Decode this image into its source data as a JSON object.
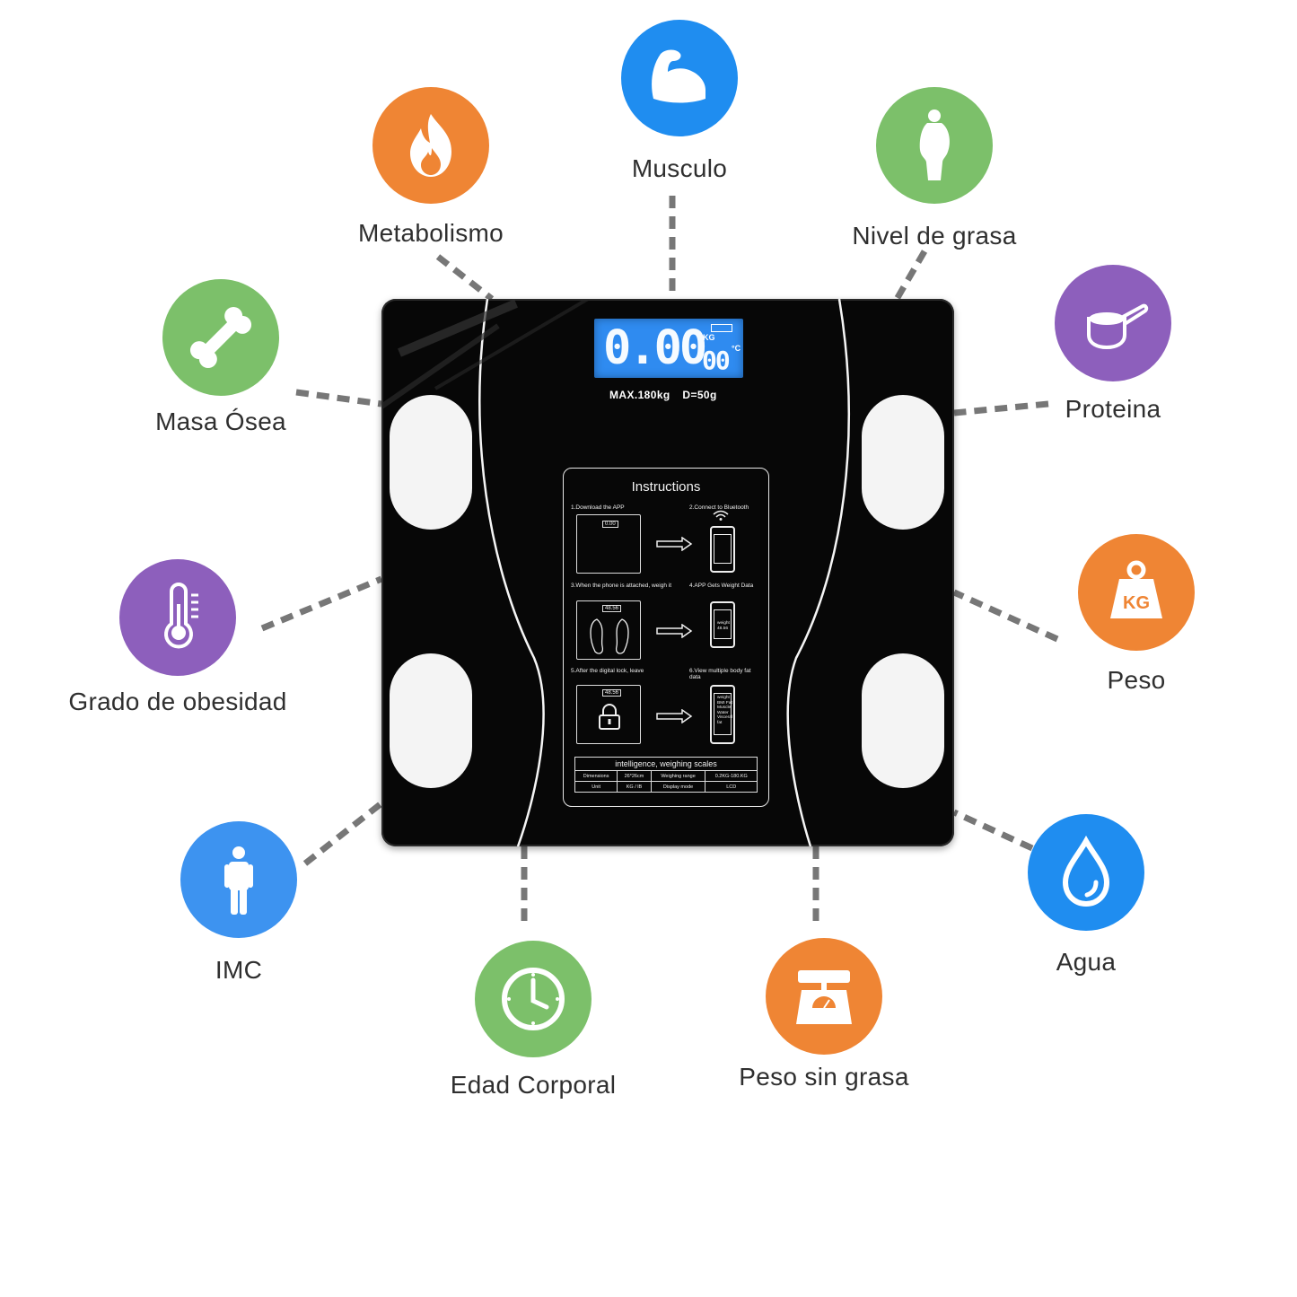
{
  "features": [
    {
      "id": "metabolismo",
      "label": "Metabolismo",
      "icon": "flame-icon",
      "color": "#ef8534"
    },
    {
      "id": "musculo",
      "label": "Musculo",
      "icon": "bicep-icon",
      "color": "#1f8df0"
    },
    {
      "id": "nivel-de-grasa",
      "label": "Nivel de grasa",
      "icon": "body-silhouette-icon",
      "color": "#7cc06a"
    },
    {
      "id": "masa-osea",
      "label": "Masa Ósea",
      "icon": "bone-icon",
      "color": "#7cc06a"
    },
    {
      "id": "proteina",
      "label": "Proteina",
      "icon": "measuring-scoop-icon",
      "color": "#8d5fbc"
    },
    {
      "id": "grado-de-obesidad",
      "label": "Grado de obesidad",
      "icon": "thermometer-icon",
      "color": "#8d5fbc"
    },
    {
      "id": "peso",
      "label": "Peso",
      "icon": "kg-weight-icon",
      "color": "#ef8534"
    },
    {
      "id": "imc",
      "label": "IMC",
      "icon": "person-icon",
      "color": "#3d93f0"
    },
    {
      "id": "agua",
      "label": "Agua",
      "icon": "water-drop-icon",
      "color": "#1f8df0"
    },
    {
      "id": "edad-corporal",
      "label": "Edad Corporal",
      "icon": "clock-icon",
      "color": "#7cc06a"
    },
    {
      "id": "peso-sin-grasa",
      "label": "Peso sin grasa",
      "icon": "kitchen-scale-icon",
      "color": "#ef8534"
    }
  ],
  "scale": {
    "display_main": "0.00",
    "display_small": "00",
    "unit": "KG",
    "temp_unit": "°C",
    "max": "MAX.180kg",
    "division": "D=50g",
    "instructions": {
      "title": "Instructions",
      "step1": "1.Download the APP",
      "step2": "2.Connect to Bluetooth",
      "step3": "3.When the phone is attached, weigh it",
      "step4": "4.APP Gets Weight Data",
      "step5": "5.After the digital lock, leave",
      "step6": "6.View multiple body fat data",
      "screen1": "0.00",
      "screen2": "48.56",
      "screen3": "48.56",
      "phone_weight": "weight 48.56",
      "phone_list": "weight BMI Fat Muscle Water Visceral fat",
      "table_title": "intelligence, weighing scales",
      "table": {
        "dimensions_label": "Dimensions",
        "dimensions_value": "26*26cm",
        "range_label": "Weighing range",
        "range_value": "0.2KG-180.KG",
        "unit_label": "Unit",
        "unit_value": "KG / lB",
        "display_label": "Display mode",
        "display_value": "LCD"
      }
    }
  }
}
